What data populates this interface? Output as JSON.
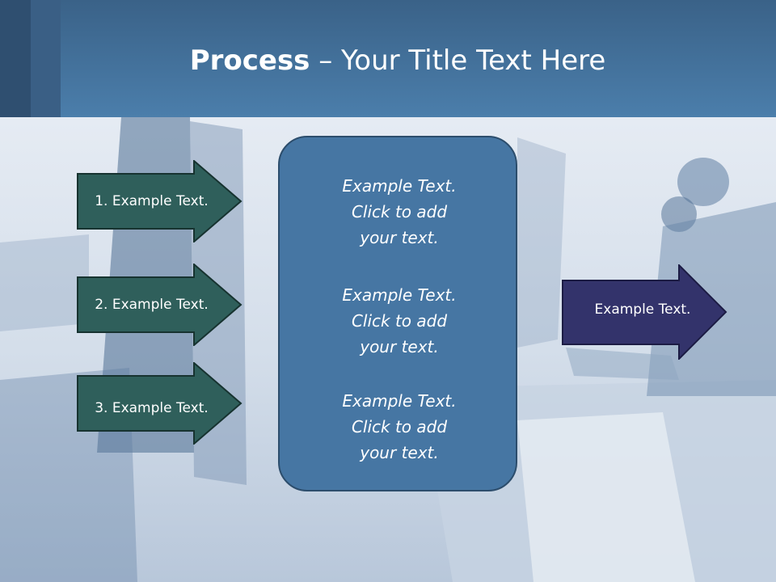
{
  "title": {
    "bold": "Process",
    "rest": " – Your Title Text Here"
  },
  "left_arrows": [
    {
      "label": "1. Example Text."
    },
    {
      "label": "2. Example Text."
    },
    {
      "label": "3. Example Text."
    }
  ],
  "center_panel": {
    "blocks": [
      {
        "lines": [
          "Example Text.",
          "Click  to add",
          "your text."
        ]
      },
      {
        "lines": [
          "Example Text.",
          "Click  to add",
          "your text."
        ]
      },
      {
        "lines": [
          "Example Text.",
          "Click  to add",
          "your text."
        ]
      }
    ]
  },
  "right_arrow": {
    "label": "Example Text."
  },
  "colors": {
    "header": "#4b7eab",
    "left_arrow_fill": "#2f5f5b",
    "center_panel_fill": "#4676a3",
    "right_arrow_fill": "#33336b"
  }
}
